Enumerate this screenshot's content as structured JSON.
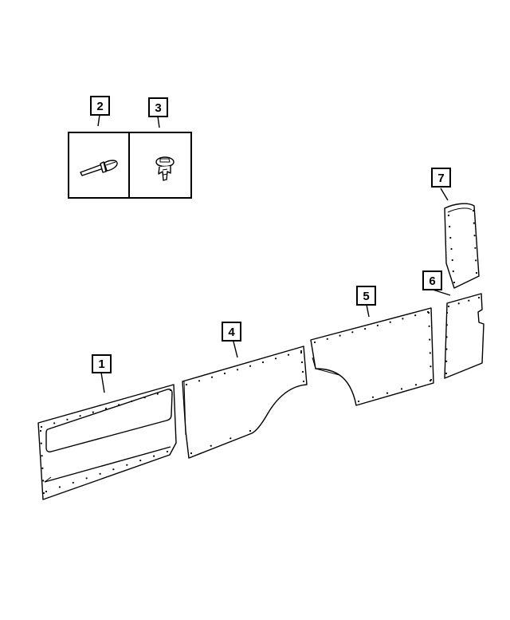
{
  "diagram": {
    "callouts": [
      {
        "id": "1",
        "label": "1",
        "part": "panel-1"
      },
      {
        "id": "2",
        "label": "2",
        "part": "rivet-fastener"
      },
      {
        "id": "3",
        "label": "3",
        "part": "push-clip-fastener"
      },
      {
        "id": "4",
        "label": "4",
        "part": "panel-4"
      },
      {
        "id": "5",
        "label": "5",
        "part": "panel-5"
      },
      {
        "id": "6",
        "label": "6",
        "part": "panel-6"
      },
      {
        "id": "7",
        "label": "7",
        "part": "panel-7"
      }
    ],
    "colors": {
      "line": "#000000",
      "background": "#ffffff"
    }
  }
}
